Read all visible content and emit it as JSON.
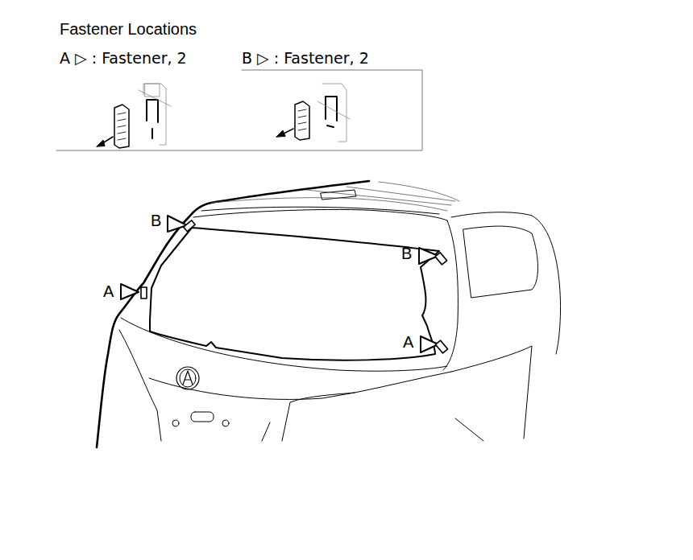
{
  "diagram": {
    "title": "Fastener Locations",
    "labels": [
      "A ▷ : Fastener, 2",
      "B ▷ : Fastener, 2",
      "B",
      "A",
      "B",
      "A"
    ]
  }
}
